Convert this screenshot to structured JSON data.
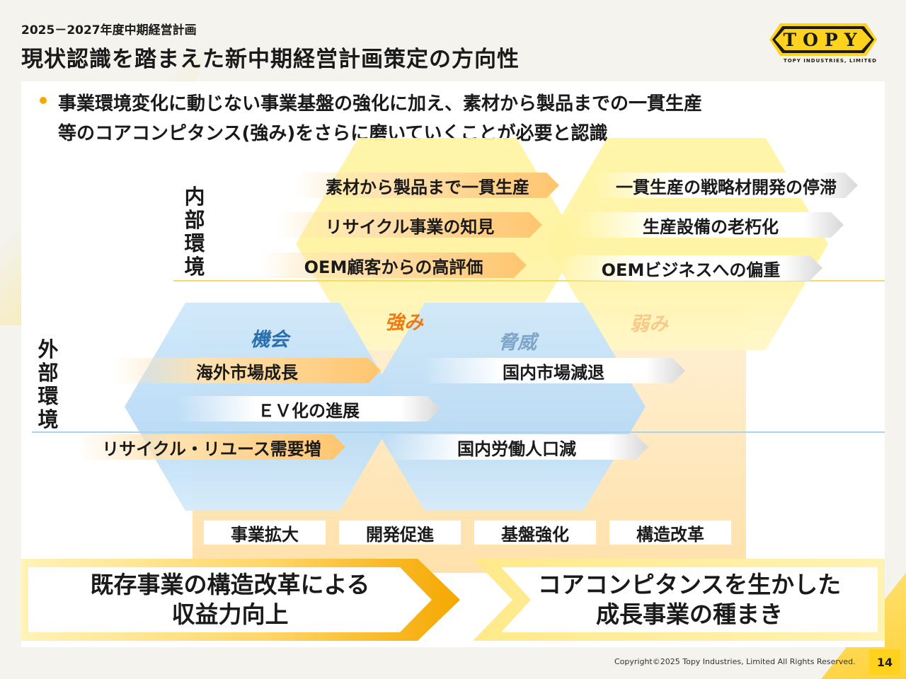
{
  "header": {
    "plan_label": "2025－2027年度中期経営計画",
    "title": "現状認識を踏まえた新中期経営計画策定の方向性"
  },
  "logo": {
    "mark": "TOPY",
    "subtitle": "TOPY INDUSTRIES, LIMITED"
  },
  "bullet": {
    "line1": "事業環境変化に動じない事業基盤の強化に加え、素材から製品までの一貫生産",
    "line2": "等のコアコンピタンス(強み)をさらに磨いていくことが必要と認識"
  },
  "axes": {
    "internal": "内部環境",
    "external": "外部環境"
  },
  "quadrants": {
    "strength": "強み",
    "weakness": "弱み",
    "opportunity": "機会",
    "threat": "脅威"
  },
  "strengths": [
    "素材から製品まで一貫生産",
    "リサイクル事業の知見",
    "OEM顧客からの高評価"
  ],
  "weaknesses": [
    "一貫生産の戦略材開発の停滞",
    "生産設備の老朽化",
    "OEMビジネスへの偏重"
  ],
  "opportunities": [
    "海外市場成長",
    "ＥＶ化の進展",
    "リサイクル・リユース需要増"
  ],
  "threats": [
    "国内市場減退",
    "国内労働人口減"
  ],
  "strategies": [
    "事業拡大",
    "開発促進",
    "基盤強化",
    "構造改革"
  ],
  "conclusions": {
    "left_line1": "既存事業の構造改革による",
    "left_line2": "収益力向上",
    "right_line1": "コアコンピタンスを生かした",
    "right_line2": "成長事業の種まき"
  },
  "footer": {
    "copyright": "Copyright©2025 Topy Industries, Limited All Rights Reserved.",
    "page_number": "14"
  }
}
